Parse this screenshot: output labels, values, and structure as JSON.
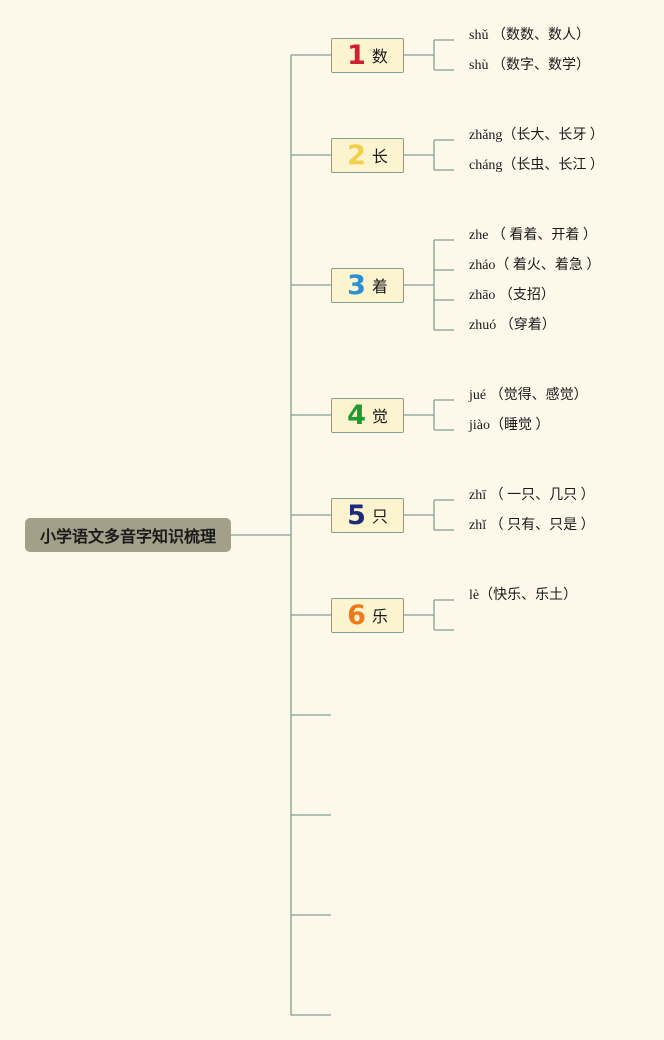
{
  "root": {
    "title": "小学语文多音字知识梳理"
  },
  "nodes": [
    {
      "num": "1",
      "char": "数",
      "num_color": "#d0202e",
      "readings": [
        "shǔ （数数、数人）",
        "shù （数字、数学）"
      ]
    },
    {
      "num": "2",
      "char": "长",
      "num_color": "#f2cf4a",
      "readings": [
        "zhǎng（长大、长牙 ）",
        "cháng（长虫、长江 ）"
      ]
    },
    {
      "num": "3",
      "char": "着",
      "num_color": "#2a8fd0",
      "readings": [
        "zhe （ 看着、开着 ）",
        "zháo（ 着火、着急 ）",
        "zhāo （支招）",
        "zhuó （穿着）"
      ]
    },
    {
      "num": "4",
      "char": "觉",
      "num_color": "#1f9a2e",
      "readings": [
        "jué （觉得、感觉）",
        "jiào（睡觉 ）"
      ]
    },
    {
      "num": "5",
      "char": "只",
      "num_color": "#1c2c78",
      "readings": [
        "zhī （ 一只、几只 ）",
        "zhǐ （ 只有、只是 ）"
      ]
    },
    {
      "num": "6",
      "char": "乐",
      "num_color": "#ee7a1a",
      "readings": [
        "lè（快乐、乐土）",
        ""
      ]
    }
  ],
  "empty_branches": 4,
  "colors": {
    "background": "#fdf8ea",
    "line": "#7fa095",
    "node_fill": "#fcf3cf",
    "root_fill": "#a3a08a"
  }
}
